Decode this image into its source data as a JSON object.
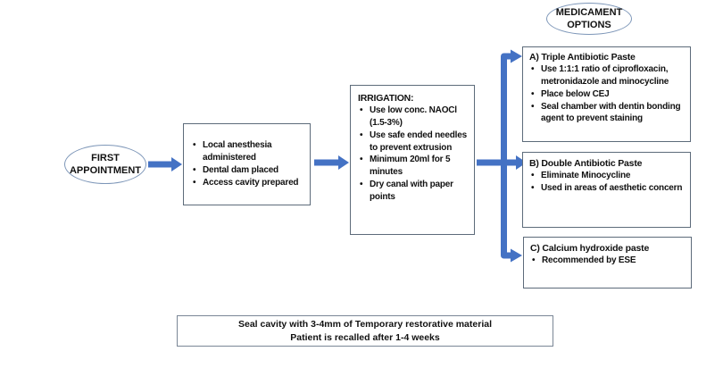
{
  "colors": {
    "arrow": "#4472c4",
    "box_border": "#5d6b7a",
    "oval_border": "#7d96b8",
    "text": "#111111"
  },
  "ovals": {
    "first_appointment": {
      "lines": [
        "FIRST",
        "APPOINTMENT"
      ]
    },
    "medicament_options": {
      "lines": [
        "MEDICAMENT",
        "OPTIONS"
      ]
    }
  },
  "boxes": {
    "preparation": {
      "bullets": [
        "Local anesthesia administered",
        "Dental dam placed",
        "Access cavity prepared"
      ]
    },
    "irrigation": {
      "title": "IRRIGATION:",
      "bullets": [
        "Use low conc. NAOCl (1.5-3%)",
        "Use safe ended needles to prevent extrusion",
        "Minimum 20ml for 5 minutes",
        "Dry canal with paper points"
      ]
    },
    "option_a": {
      "title": "A) Triple Antibiotic Paste",
      "bullets": [
        "Use 1:1:1 ratio of ciprofloxacin, metronidazole and minocycline",
        "Place below CEJ",
        "Seal chamber with dentin bonding agent to prevent staining"
      ]
    },
    "option_b": {
      "title": "B) Double Antibiotic Paste",
      "bullets": [
        "Eliminate Minocycline",
        "Used in areas of aesthetic concern"
      ]
    },
    "option_c": {
      "title": "C) Calcium hydroxide paste",
      "bullets": [
        "Recommended by ESE"
      ]
    },
    "seal": {
      "lines": [
        "Seal cavity with 3-4mm of Temporary restorative material",
        "Patient is recalled after 1-4 weeks"
      ]
    }
  }
}
